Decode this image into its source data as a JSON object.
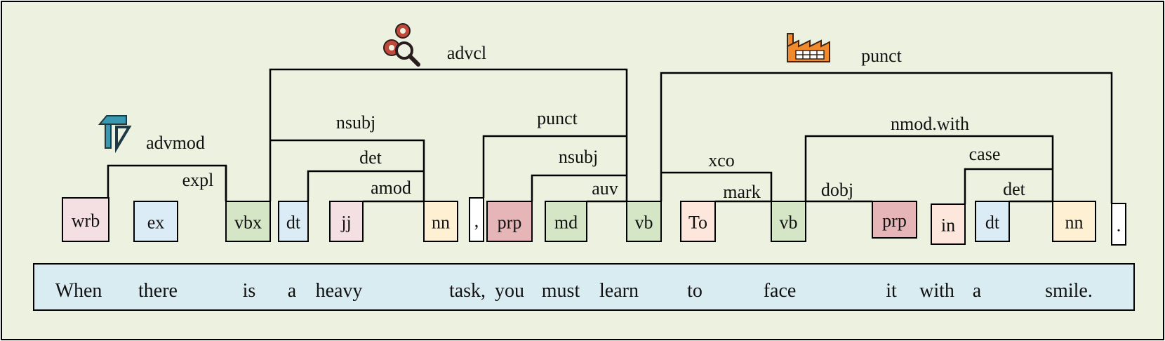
{
  "diagram": {
    "background": "#edf1e0",
    "sentence_box_color": "#d9ecf2",
    "tag_colors": {
      "wrb": "#f4e0e2",
      "ex": "#dcecf6",
      "vbx": "#d5e6c6",
      "dt": "#dcecf6",
      "jj": "#f4e0e2",
      "nn": "#fdf0d3",
      "punct": "#ffffff",
      "prp": "#e5b5b8",
      "md": "#d5e6c6",
      "vb": "#d5e6c6",
      "to": "#fde6dc",
      "in": "#fde6dc"
    },
    "tokens": [
      {
        "tag": "wrb",
        "color_key": "wrb"
      },
      {
        "tag": "ex",
        "color_key": "ex"
      },
      {
        "tag": "vbx",
        "color_key": "vbx"
      },
      {
        "tag": "dt",
        "color_key": "dt"
      },
      {
        "tag": "jj",
        "color_key": "jj"
      },
      {
        "tag": "nn",
        "color_key": "nn"
      },
      {
        "tag": ",",
        "color_key": "punct"
      },
      {
        "tag": "prp",
        "color_key": "prp"
      },
      {
        "tag": "md",
        "color_key": "md"
      },
      {
        "tag": "vb",
        "color_key": "vb"
      },
      {
        "tag": "To",
        "color_key": "to"
      },
      {
        "tag": "vb",
        "color_key": "vb"
      },
      {
        "tag": "prp",
        "color_key": "prp"
      },
      {
        "tag": "in",
        "color_key": "in"
      },
      {
        "tag": "dt",
        "color_key": "dt"
      },
      {
        "tag": "nn",
        "color_key": "nn"
      },
      {
        "tag": ".",
        "color_key": "punct"
      }
    ],
    "sentence_words": [
      "When",
      "there",
      "is",
      "a",
      "heavy",
      "task,",
      "you",
      "must",
      "learn",
      "to",
      "face",
      "it",
      "with",
      "a",
      "smile."
    ],
    "arcs": [
      {
        "label": "advmod",
        "icon": "ruler-triangle-icon"
      },
      {
        "label": "expl"
      },
      {
        "label": "advcl",
        "icon": "gears-magnifier-icon"
      },
      {
        "label": "nsubj"
      },
      {
        "label": "det"
      },
      {
        "label": "amod"
      },
      {
        "label": "punct"
      },
      {
        "label": "nsubj"
      },
      {
        "label": "auv"
      },
      {
        "label": "punct",
        "icon": "factory-icon"
      },
      {
        "label": "xco"
      },
      {
        "label": "mark"
      },
      {
        "label": "nmod.with"
      },
      {
        "label": "dobj"
      },
      {
        "label": "case"
      },
      {
        "label": "det"
      }
    ]
  }
}
